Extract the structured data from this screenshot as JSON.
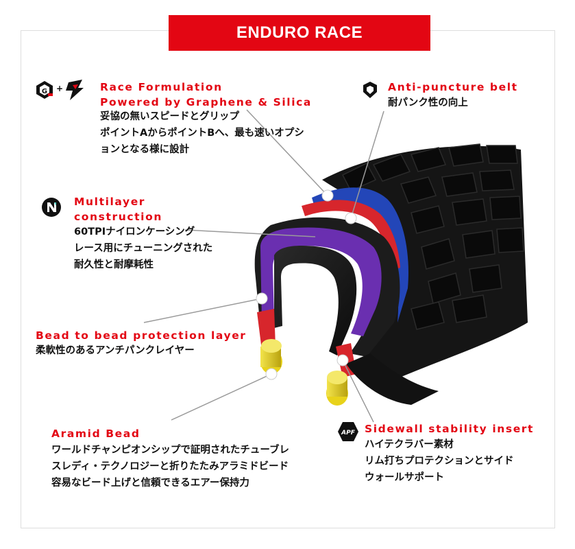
{
  "banner": {
    "title": "ENDURO RACE"
  },
  "features": {
    "race": {
      "title_line1": "Race Formulation",
      "title_line2": "Powered by Graphene & Silica",
      "lines": [
        "妥協の無いスピードとグリップ",
        "ポイントAからポイントBへ、最も速いオプシ",
        "ョンとなる様に設計"
      ],
      "icons": [
        "graphene-icon",
        "silica-icon"
      ]
    },
    "anti_puncture": {
      "title": "Anti-puncture belt",
      "lines": [
        "耐パンク性の向上"
      ],
      "icon": "shield-icon"
    },
    "multilayer": {
      "title_line1": "Multilayer",
      "title_line2": "construction",
      "lines": [
        "60TPIナイロンケーシング",
        "レース用にチューニングされた",
        "耐久性と耐摩耗性"
      ],
      "icon": "n-logo-icon"
    },
    "bead_protection": {
      "title": "Bead to bead protection layer",
      "lines": [
        "柔軟性のあるアンチパンクレイヤー"
      ]
    },
    "sidewall": {
      "title": "Sidewall stability insert",
      "lines": [
        "ハイテクラバー素材",
        "リム打ちプロテクションとサイド",
        "ウォールサポート"
      ],
      "icon_text": "APF"
    },
    "aramid": {
      "title": "Aramid Bead",
      "lines": [
        "ワールドチャンピオンシップで証明されたチューブレ",
        "スレディ・テクノロジーと折りたたみアラミドビード",
        "容易なビード上げと信頼できるエアー保持力"
      ]
    }
  },
  "colors": {
    "accent_red": "#e30613",
    "tread_black": "#151515",
    "belt_blue": "#2346b8",
    "layer_purple": "#6a2fb0",
    "bead_yellow": "#e8d21a"
  }
}
